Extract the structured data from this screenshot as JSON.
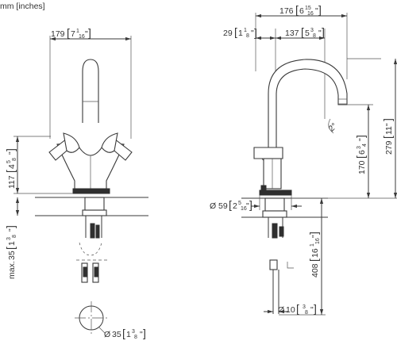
{
  "units_label": "mm [inches]",
  "front_view": {
    "width": {
      "mm": "179",
      "in": "7",
      "num": "1",
      "den": "16"
    },
    "body_height": {
      "mm": "117",
      "in": "4",
      "num": "5",
      "den": "8"
    },
    "max_thickness": {
      "prefix": "max.",
      "mm": "35",
      "in": "1",
      "num": "3",
      "den": "8"
    },
    "hole_diameter": {
      "symbol": "Ø",
      "mm": "35",
      "in": "1",
      "num": "3",
      "den": "8"
    }
  },
  "side_view": {
    "overall_reach": {
      "mm": "176",
      "in": "6",
      "num": "15",
      "den": "16"
    },
    "rear_offset": {
      "mm": "29",
      "in": "1",
      "num": "1",
      "den": "8"
    },
    "spout_reach": {
      "mm": "137",
      "in": "5",
      "num": "3",
      "den": "8"
    },
    "overall_height": {
      "mm": "279",
      "in": "11\""
    },
    "spout_height": {
      "mm": "170",
      "in": "6",
      "num": "3",
      "den": "4"
    },
    "base_diameter": {
      "symbol": "Ø",
      "mm": "59",
      "in": "2",
      "num": "5",
      "den": "16"
    },
    "hose_length": {
      "mm": "408",
      "in": "16",
      "num": "1",
      "den": "16"
    },
    "hose_diameter": {
      "symbol": "Ø",
      "mm": "10",
      "in": "",
      "num": "3",
      "den": "8"
    },
    "angle": "2°"
  }
}
